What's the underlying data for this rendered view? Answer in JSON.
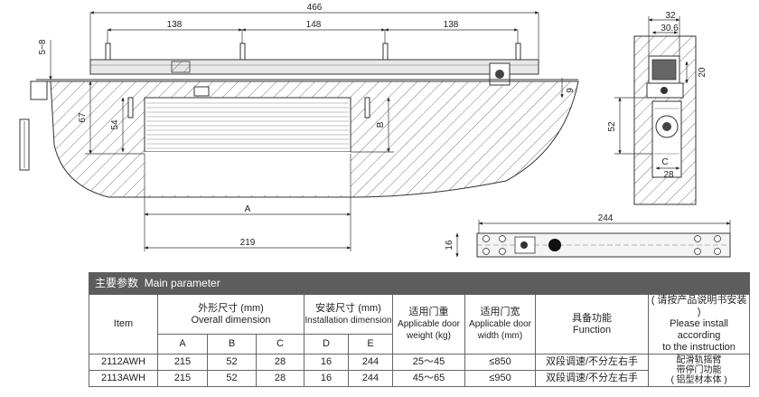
{
  "drawing": {
    "dims_top": {
      "overall": "466",
      "left": "138",
      "center": "148",
      "right": "138"
    },
    "dims_side": {
      "gap": "5~8",
      "h67": "67",
      "h54": "54",
      "hB": "B",
      "h9": "9"
    },
    "dims_body": {
      "A": "A",
      "w219": "219"
    },
    "dims_section": {
      "w32": "32",
      "w30_6": "30.6",
      "h20": "20",
      "h52": "52",
      "C": "C",
      "w28": "28"
    },
    "dims_plate": {
      "w244": "244",
      "h16": "16"
    }
  },
  "table": {
    "title_cn": "主要参数",
    "title_en": "Main parameter",
    "item_label": "Item",
    "overall_cn": "外形尺寸 (mm)",
    "overall_en": "Overall dimension",
    "install_cn": "安装尺寸 (mm)",
    "install_en": "Installation dimension",
    "weight_cn": "适用门重",
    "weight_en1": "Applicable door",
    "weight_en2": "weight (kg)",
    "width_cn": "适用门宽",
    "width_en1": "Applicable door",
    "width_en2": "width (mm)",
    "function_cn": "具备功能",
    "function_en": "Function",
    "note_cn": "( 请按产品说明书安装 )",
    "note_en1": "Please install according",
    "note_en2": "to the instruction",
    "col_A": "A",
    "col_B": "B",
    "col_C": "C",
    "col_D": "D",
    "col_E": "E",
    "rows": [
      {
        "item": "2112AWH",
        "A": "215",
        "B": "52",
        "C": "28",
        "D": "16",
        "E": "244",
        "weight": "25～45",
        "width": "≤850",
        "function": "双段调速/不分左右手"
      },
      {
        "item": "2113AWH",
        "A": "215",
        "B": "52",
        "C": "28",
        "D": "16",
        "E": "244",
        "weight": "45～65",
        "width": "≤950",
        "function": "双段调速/不分左右手"
      }
    ],
    "remark1": "配滑轨摇臂",
    "remark2": "带停门功能",
    "remark3": "( 铝型材本体 )"
  }
}
